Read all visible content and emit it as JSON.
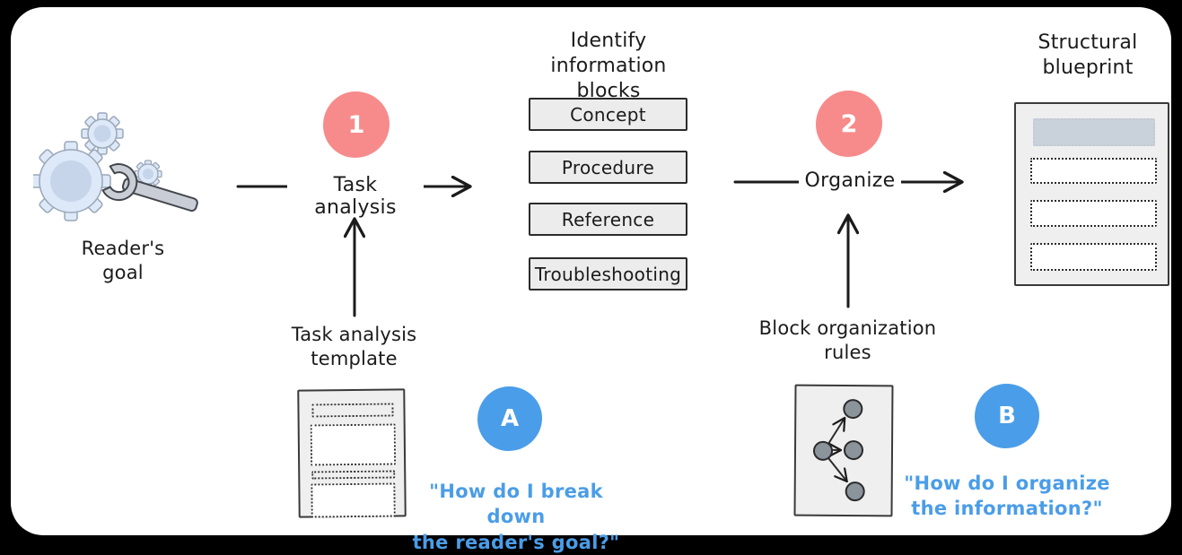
{
  "diagram": {
    "reader_goal_label": "Reader's\ngoal",
    "step1": {
      "badge": "1",
      "arrow_label": "Task analysis",
      "template_label": "Task analysis\ntemplate",
      "question_badge": "A",
      "question": "\"How do I break down\nthe reader's goal?\""
    },
    "blocks": {
      "title": "Identify information\nblocks",
      "items": [
        "Concept",
        "Procedure",
        "Reference",
        "Troubleshooting"
      ]
    },
    "step2": {
      "badge": "2",
      "arrow_label": "Organize",
      "rules_label": "Block organization\nrules",
      "question_badge": "B",
      "question": "\"How do I organize\nthe information?\""
    },
    "output_label": "Structural\nblueprint"
  },
  "icons": {
    "input": "gears-wrench-icon",
    "step1_tool": "template-document-icon",
    "step2_tool": "node-graph-document-icon",
    "output": "blueprint-document-icon"
  },
  "colors": {
    "page_bg": "#000000",
    "canvas_bg": "#ffffff",
    "ink": "#1b1b1b",
    "step_badge": "#f78b8b",
    "question_badge": "#4a9de8",
    "question_text": "#4a9de8",
    "box_fill": "#ececec",
    "box_border": "#2b2b2b",
    "paper_fill": "#efefef",
    "paper_border": "#3a3a3a",
    "blueprint_bar": "#c9d1da",
    "node_fill": "#8b939b",
    "gear_fill": "#dde9f8",
    "gear_core": "#c6d5ea",
    "gear_stroke": "#9aa7b8",
    "wrench_fill": "#c9ced6",
    "wrench_stroke": "#43474d"
  }
}
